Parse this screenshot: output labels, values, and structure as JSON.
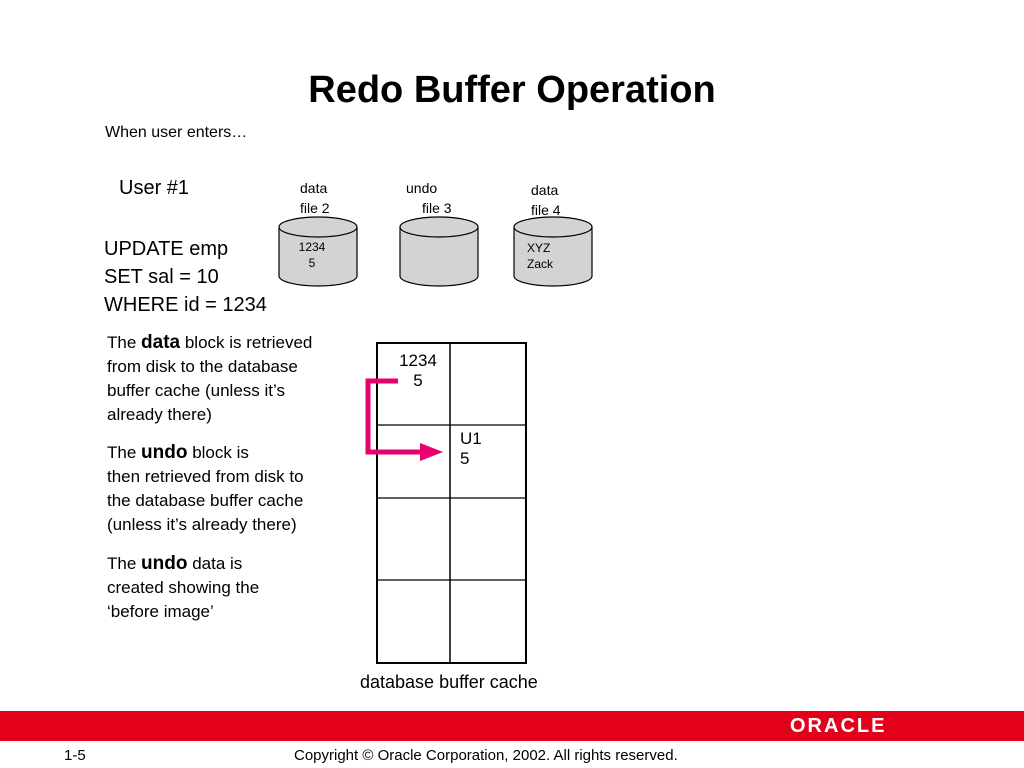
{
  "title": "Redo Buffer Operation",
  "intro": "When user enters…",
  "user": "User #1",
  "sql": [
    "UPDATE emp",
    "SET sal = 10",
    "WHERE id = 1234"
  ],
  "datafiles": [
    {
      "label_line1": "data",
      "label_line2": "file 2",
      "content_line1": "1234",
      "content_line2": "5"
    },
    {
      "label_line1": "undo",
      "label_line2": "file 3",
      "content_line1": "",
      "content_line2": ""
    },
    {
      "label_line1": "data",
      "label_line2": "file 4",
      "content_line1": "XYZ",
      "content_line2": "Zack"
    }
  ],
  "steps": [
    {
      "prefix": "The ",
      "keyword": "data",
      "line1_rest": " block is retrieved",
      "lines": [
        "from disk to the database",
        "buffer cache (unless it’s",
        "already there)"
      ]
    },
    {
      "prefix": "The ",
      "keyword": "undo",
      "line1_rest": " block is",
      "lines": [
        "then retrieved from disk to",
        "the database buffer cache",
        "(unless it’s already there)"
      ]
    },
    {
      "prefix": "The ",
      "keyword": "undo",
      "line1_rest": " data is",
      "lines": [
        "created showing the",
        "‘before image’"
      ]
    }
  ],
  "cache": {
    "cell_data_line1": "1234",
    "cell_data_line2": "5",
    "cell_undo_line1": "U1",
    "cell_undo_line2": "5",
    "label": "database buffer cache"
  },
  "arrow_color": "#e8006f",
  "brand_color": "#e3001b",
  "logo_text": "ORACLE",
  "footer": {
    "page": "1-5",
    "copyright": "Copyright © Oracle Corporation, 2002. All rights reserved."
  }
}
